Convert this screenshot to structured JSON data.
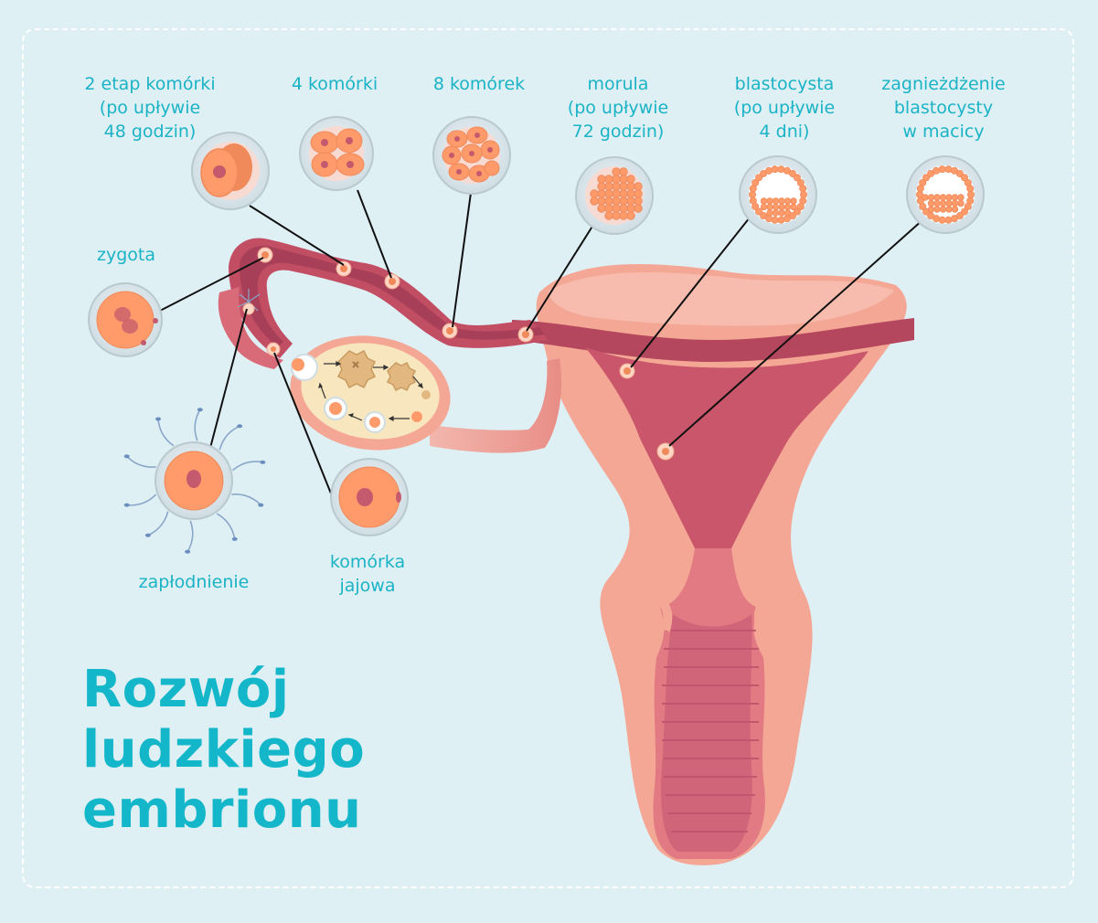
{
  "title": "Rozwój\nludzkiego\nembrionu",
  "labels": {
    "two_cell": "2 etap komórki\n(po upływie\n48 godzin)",
    "four_cell": "4 komórki",
    "eight_cell": "8 komórek",
    "morula": "morula\n(po upływie\n72 godzin)",
    "blastocyst": "blastocysta\n(po upływie\n4 dni)",
    "implantation": "zagnieżdżenie\nblastocysty\nw macicy",
    "zygote": "zygota",
    "fertilization": "zapłodnienie",
    "egg_cell": "komórka\njajowa"
  },
  "colors": {
    "background": "#dff0f5",
    "accent_text": "#13b7c9",
    "uterus_outer": "#f4a795",
    "uterus_inner": "#c9566a",
    "cell": "#ff9a6a",
    "nucleus": "#c45a6e"
  }
}
